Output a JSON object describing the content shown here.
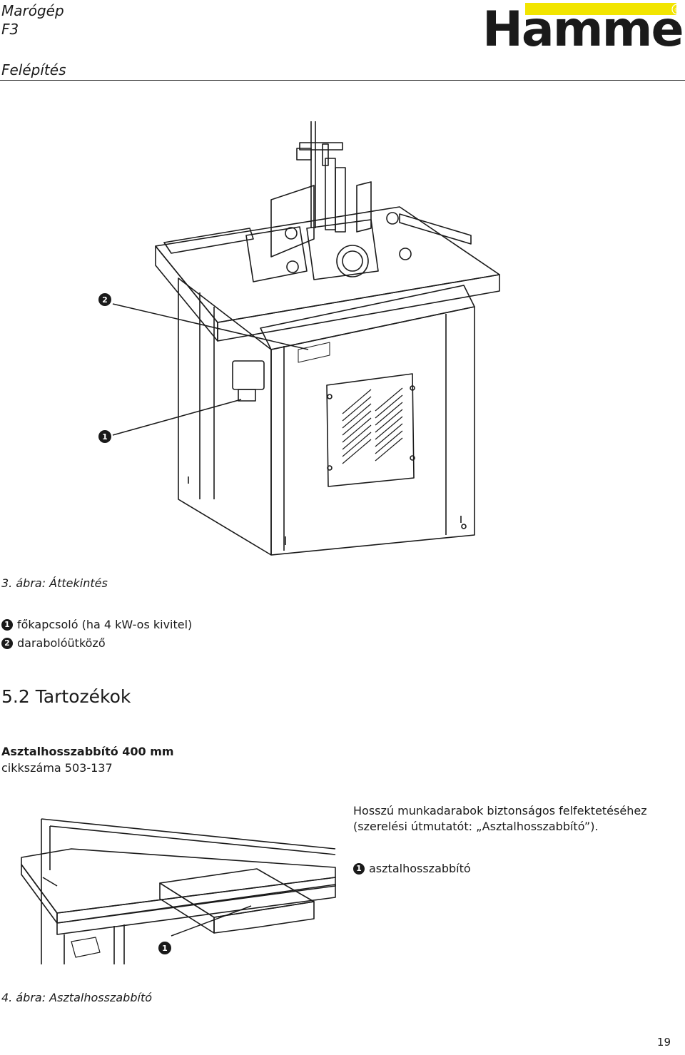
{
  "header": {
    "title_line1": "Marógép",
    "title_line2": "F3",
    "section": "Felépítés",
    "logo_text": "Hammer",
    "logo_mark": "®"
  },
  "figure3": {
    "caption": "3. ábra: Áttekintés",
    "callouts": [
      "1",
      "2"
    ],
    "legend": [
      {
        "num": "1",
        "text": "főkapcsoló (ha 4 kW-os kivitel)"
      },
      {
        "num": "2",
        "text": "darabolóütköző"
      }
    ]
  },
  "section52": {
    "heading": "5.2 Tartozékok",
    "item_name": "Asztalhosszabbító 400 mm",
    "item_number": "cikkszáma 503-137",
    "description_line1": "Hosszú munkadarabok biztonságos felfektetéséhez",
    "description_line2": "(szerelési útmutatót: „Asztalhosszabbító”).",
    "legend": [
      {
        "num": "1",
        "text": "asztalhosszabbító"
      }
    ]
  },
  "figure4": {
    "caption": "4. ábra: Asztalhosszabbító",
    "callout": "1"
  },
  "footer": {
    "page_number": "19"
  }
}
